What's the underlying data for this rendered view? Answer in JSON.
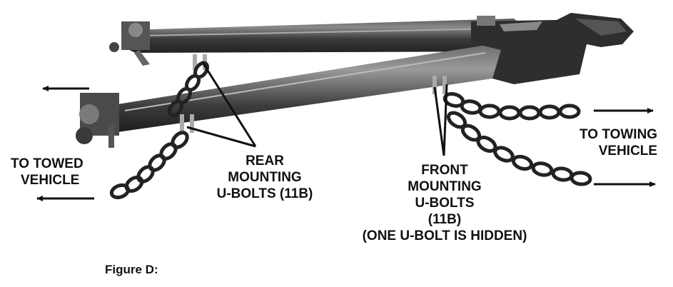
{
  "labels": {
    "towed": [
      "TO TOWED",
      "VEHICLE"
    ],
    "towing": [
      "TO TOWING",
      "VEHICLE"
    ],
    "rear": [
      "REAR",
      "MOUNTING",
      "U-BOLTS (11B)"
    ],
    "front": [
      "FRONT",
      "MOUNTING",
      "U-BOLTS",
      "(11B)",
      "(ONE U-BOLT IS HIDDEN)"
    ]
  },
  "caption": "Figure D:",
  "colors": {
    "ink": "#111111",
    "bar": "#3a3a3a",
    "bar_light": "#777777"
  }
}
